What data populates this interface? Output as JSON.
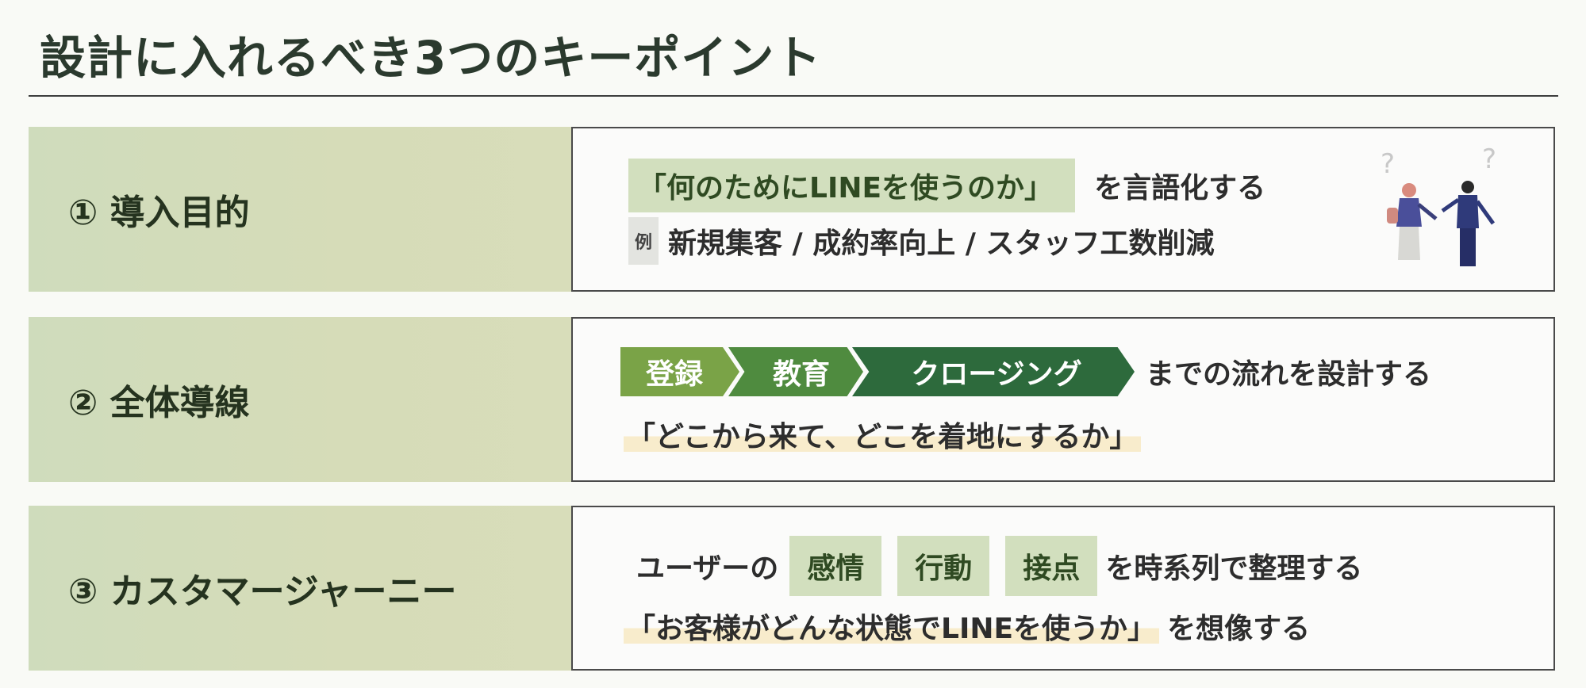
{
  "title": "設計に入れるべき3つのキーポイント",
  "rows": [
    {
      "label": "① 導入目的",
      "line1": {
        "highlight": "「何のためにLINEを使うのか」",
        "text": "を言語化する"
      },
      "line2": {
        "badge": "例",
        "text": "新規集客 / 成約率向上 / スタッフ工数削減"
      },
      "illustration": "two-people-question-marks-illustration"
    },
    {
      "label": "② 全体導線",
      "flow": [
        "登録",
        "教育",
        "クロージング"
      ],
      "flow_suffix": "までの流れを設計する",
      "line2": "「どこから来て、どこを着地にするか」"
    },
    {
      "label": "③ カスタマージャーニー",
      "line1": {
        "prefix": "ユーザーの",
        "tags": [
          "感情",
          "行動",
          "接点"
        ],
        "suffix": "を時系列で整理する"
      },
      "line2": {
        "quote": "「お客様がどんな状態でLINEを使うか」",
        "suffix": "を想像する"
      }
    }
  ],
  "colors": {
    "label_bg": "#d4dcba",
    "highlight_bg": "#d2dfbe",
    "flow_1": "#7aa347",
    "flow_2": "#4f8b3f",
    "flow_3": "#2d6a3c",
    "title": "#2b3a2e"
  }
}
